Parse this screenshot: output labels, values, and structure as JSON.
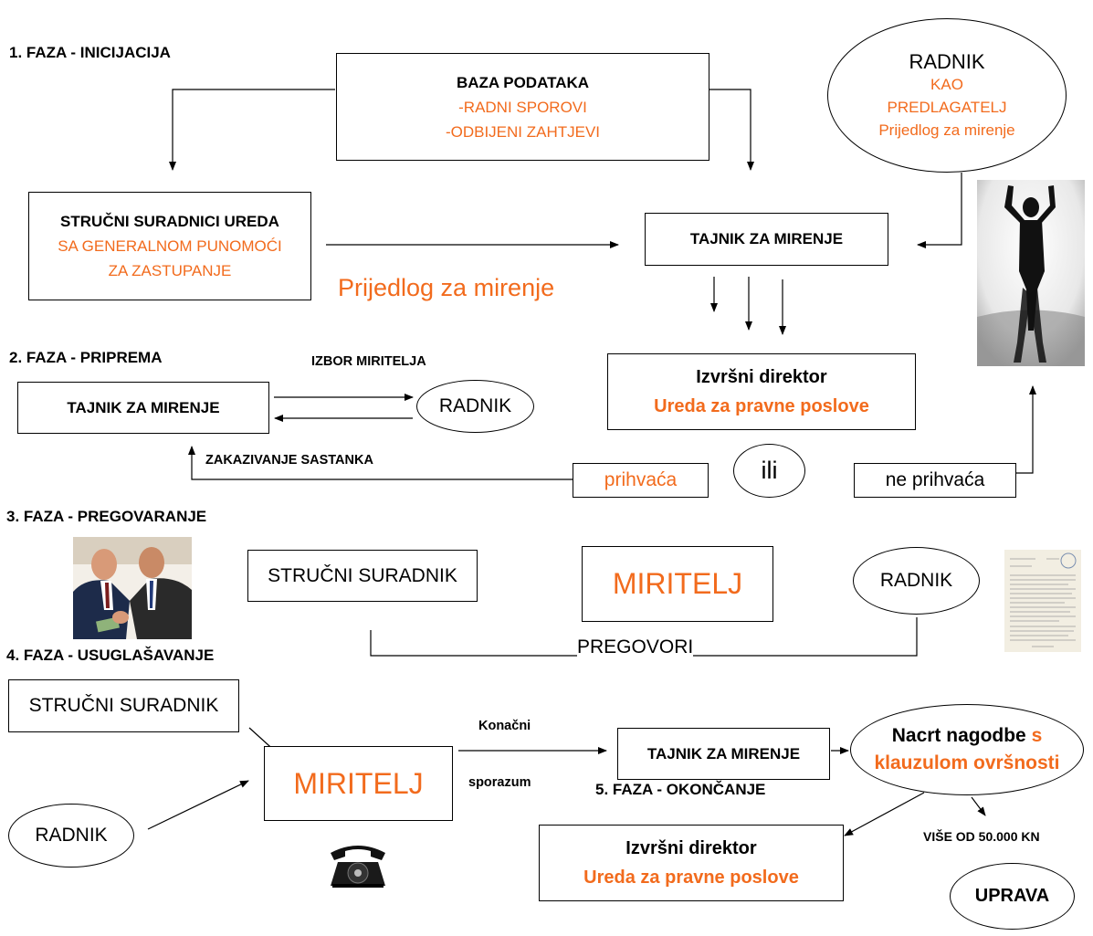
{
  "phases": {
    "p1": "1. FAZA - INICIJACIJA",
    "p2": "2. FAZA - PRIPREMA",
    "p3": "3. FAZA - PREGOVARANJE",
    "p4": "4. FAZA - USUGLAŠAVANJE",
    "p5": "5. FAZA - OKONČANJE"
  },
  "baza": {
    "title": "BAZA PODATAKA",
    "line1": "-RADNI SPOROVI",
    "line2": "-ODBIJENI ZAHTJEVI"
  },
  "radnik_predlagatelj": {
    "l1": "RADNIK",
    "l2": "KAO",
    "l3": "PREDLAGATELJ",
    "l4": "Prijedlog za mirenje"
  },
  "strucni_ureda": {
    "title": "STRUČNI SURADNICI UREDA",
    "l2": "SA GENERALNOM PUNOMOĆI",
    "l3": "ZA ZASTUPANJE"
  },
  "tajnik1": "TAJNIK ZA MIRENJE",
  "prijedlog": "Prijedlog za mirenje",
  "izvrsni1": {
    "l1": "Izvršni direktor",
    "l2": "Ureda za pravne poslove"
  },
  "tajnik2": "TAJNIK ZA MIRENJE",
  "izbor": "IZBOR MIRITELJA",
  "radnik2": "RADNIK",
  "zakazivanje": "ZAKAZIVANJE SASTANKA",
  "prihvaca": "prihvaća",
  "ili": "ili",
  "ne_prihvaca": "ne prihvaća",
  "strucni3": "STRUČNI SURADNIK",
  "miritelj3": "MIRITELJ",
  "radnik3": "RADNIK",
  "pregovori": "PREGOVORI",
  "strucni4": "STRUČNI SURADNIK",
  "radnik4": "RADNIK",
  "miritelj4": "MIRITELJ",
  "konacni": "Konačni",
  "sporazum": "sporazum",
  "tajnik4": "TAJNIK ZA MIRENJE",
  "nacrt": {
    "l1a": "Nacrt nagodbe ",
    "l1b": "s",
    "l2": "klauzulom ovršnosti"
  },
  "izvrsni2": {
    "l1": "Izvršni direktor",
    "l2": "Ureda za pravne poslove"
  },
  "vise_od": "VIŠE OD 50.000 KN",
  "uprava": "UPRAVA",
  "colors": {
    "accent": "#f26b1d",
    "line": "#000000"
  }
}
